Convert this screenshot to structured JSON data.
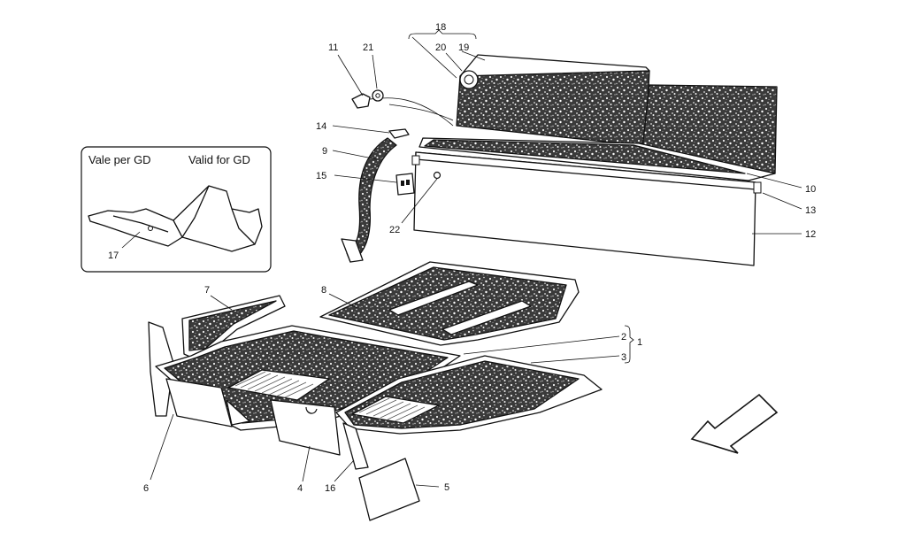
{
  "inset": {
    "label_it": "Vale per GD",
    "label_en": "Valid for GD"
  },
  "callouts": {
    "c1": "1",
    "c2": "2",
    "c3": "3",
    "c4": "4",
    "c5": "5",
    "c6": "6",
    "c7": "7",
    "c8": "8",
    "c9": "9",
    "c10": "10",
    "c11": "11",
    "c12": "12",
    "c13": "13",
    "c14": "14",
    "c15": "15",
    "c16": "16",
    "c17": "17",
    "c18": "18",
    "c19": "19",
    "c20": "20",
    "c21": "21",
    "c22": "22"
  },
  "colors": {
    "ink": "#111111",
    "carpet_base": "#3a3a3a",
    "paper": "#ffffff"
  },
  "icons": {
    "direction": "arrow-down-left-icon"
  }
}
